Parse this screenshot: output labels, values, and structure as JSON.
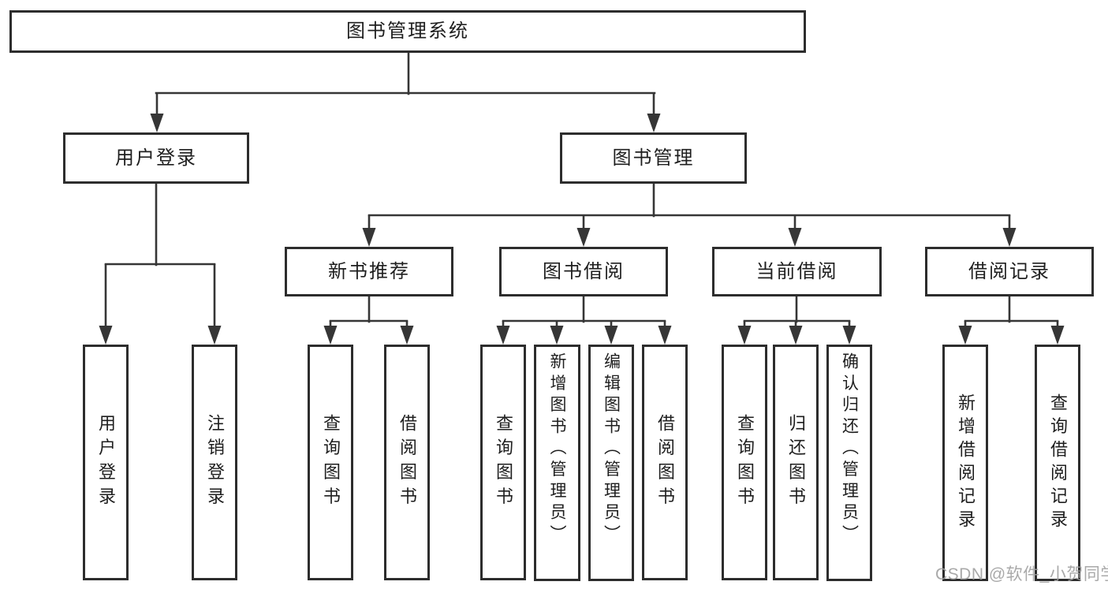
{
  "page": {
    "watermark": "CSDN @软件_小贺同学",
    "colors": {
      "line": "#363636",
      "box_border": "#2d2d2d",
      "text": "#1e1e1e",
      "watermark": "#a0a0a0",
      "background": "#ffffff"
    }
  },
  "tree": {
    "root": "图书管理系统",
    "children": [
      {
        "label": "用户登录",
        "children": [
          {
            "label": "用户登录"
          },
          {
            "label": "注销登录"
          }
        ]
      },
      {
        "label": "图书管理",
        "children": [
          {
            "label": "新书推荐",
            "children": [
              {
                "label": "查询图书"
              },
              {
                "label": "借阅图书"
              }
            ]
          },
          {
            "label": "图书借阅",
            "children": [
              {
                "label": "查询图书"
              },
              {
                "label": "新增图书（管理员）"
              },
              {
                "label": "编辑图书（管理员）"
              },
              {
                "label": "借阅图书"
              }
            ]
          },
          {
            "label": "当前借阅",
            "children": [
              {
                "label": "查询图书"
              },
              {
                "label": "归还图书"
              },
              {
                "label": "确认归还（管理员）"
              }
            ]
          },
          {
            "label": "借阅记录",
            "children": [
              {
                "label": "新增借阅记录"
              },
              {
                "label": "查询借阅记录"
              }
            ]
          }
        ]
      }
    ]
  }
}
